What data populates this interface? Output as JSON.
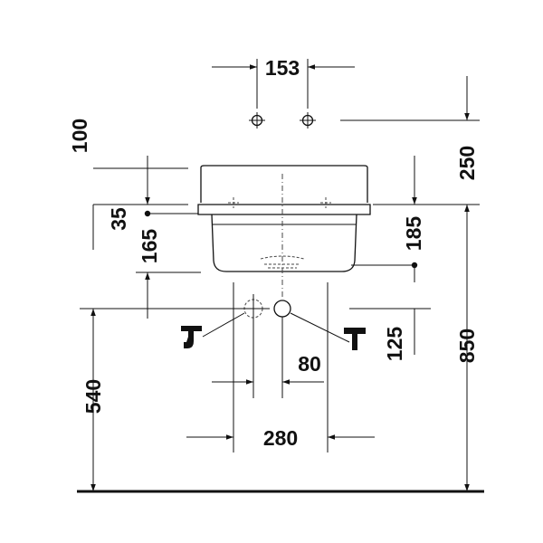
{
  "dimensions": {
    "d153": "153",
    "d100": "100",
    "d250": "250",
    "d35": "35",
    "d165": "165",
    "d185": "185",
    "d125": "125",
    "d80": "80",
    "d850": "850",
    "d540": "540",
    "d280": "280"
  },
  "colors": {
    "ink": "#111111",
    "background": "#ffffff"
  },
  "icons": [
    "drain-trap-icon",
    "water-supply-tap-icon"
  ]
}
